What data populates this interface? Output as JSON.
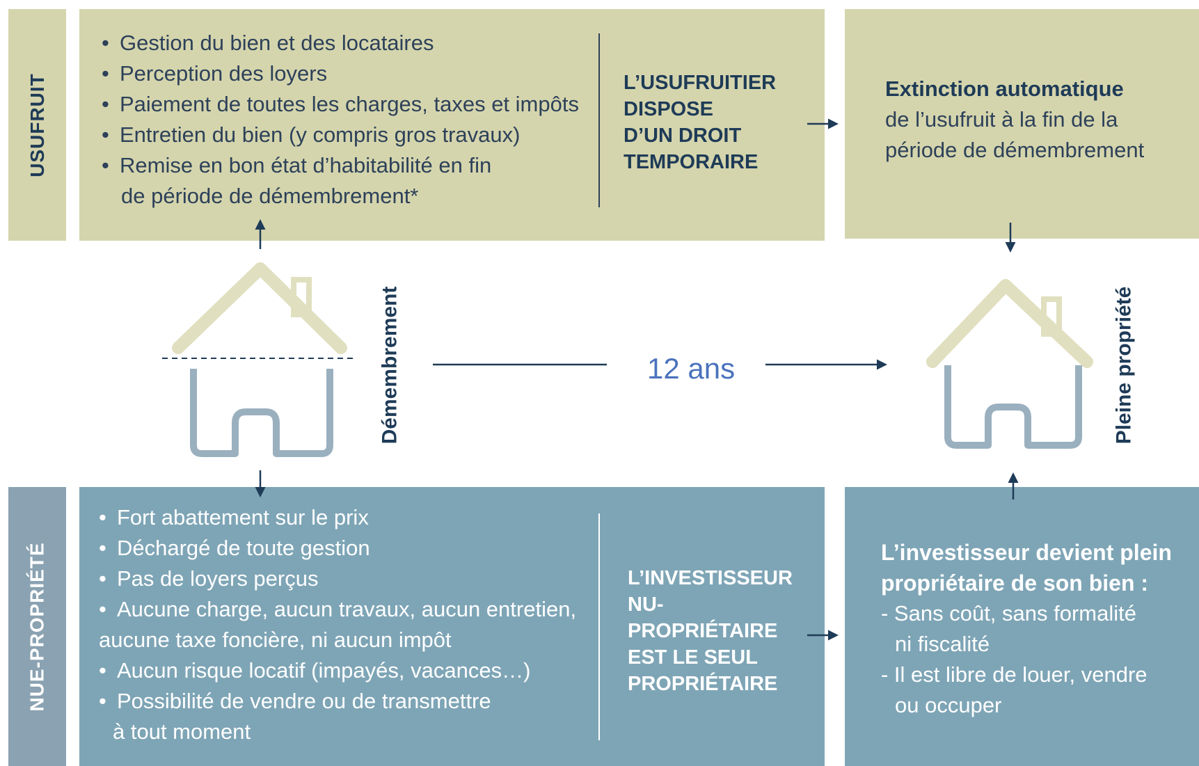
{
  "side_labels": {
    "top": "USUFRUIT",
    "bottom": "NUE-PROPRIÉTÉ"
  },
  "usufruit_box": {
    "items": [
      "Gestion du bien et des locataires",
      "Perception des loyers",
      "Paiement de toutes les charges, taxes et impôts",
      "Entretien du bien (y compris gros travaux)",
      "Remise en bon état d’habitabilité en fin",
      "de période de démembrement*"
    ],
    "statement": [
      "L’USUFRUITIER",
      "DISPOSE",
      "D’UN DROIT",
      "TEMPORAIRE"
    ]
  },
  "usufruit_result": {
    "bold": "Extinction automatique",
    "lines": [
      "de l’usufruit à la fin de la",
      "période de démembrement"
    ]
  },
  "nue_box": {
    "items": [
      "Fort abattement sur le prix",
      "Déchargé de toute gestion",
      "Pas de loyers perçus",
      "Aucune charge, aucun travaux, aucun entretien,",
      "aucune taxe foncière, ni aucun impôt",
      "Aucun risque locatif (impayés, vacances…)",
      "Possibilité de vendre ou de transmettre",
      "à tout moment"
    ],
    "statement": [
      "L’INVESTISSEUR",
      "NU-",
      "PROPRIÉTAIRE",
      "EST LE SEUL",
      "PROPRIÉTAIRE"
    ]
  },
  "nue_result": {
    "bold": [
      "L’investisseur devient plein",
      "propriétaire de son bien :"
    ],
    "lines": [
      "- Sans coût, sans formalité",
      "ni fiscalité",
      "- Il est libre de louer, vendre",
      "ou occuper"
    ]
  },
  "middle": {
    "left_label": "Démembrement",
    "right_label": "Pleine propriété",
    "duration": "12 ans"
  },
  "colors": {
    "usufruit": "#d5d5ad",
    "nue": "#7ea5b6",
    "navy": "#1e3b57",
    "duration_blue": "#4a72bd",
    "house_roof": "#e0dfbf",
    "house_body": "#9ab0bf"
  }
}
